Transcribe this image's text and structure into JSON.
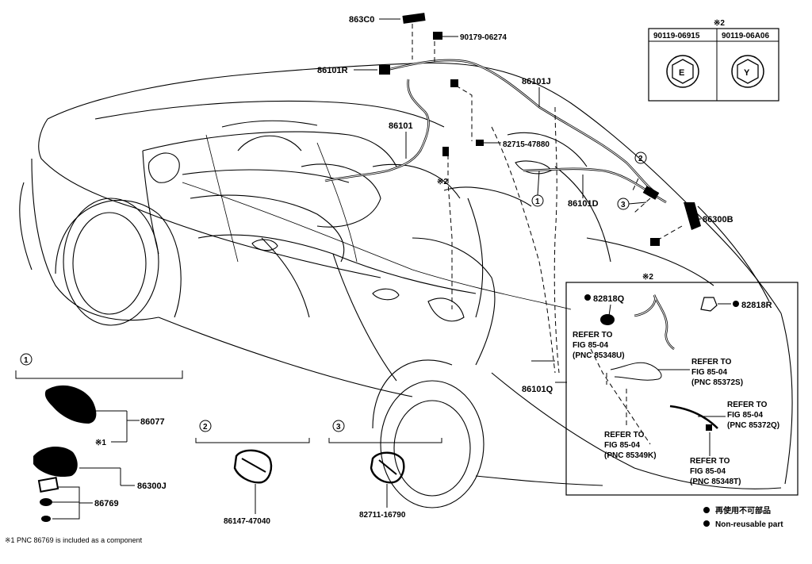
{
  "labels": {
    "p863c0": "863C0",
    "p90179": "90179-06274",
    "p86101r": "86101R",
    "p86101j": "86101J",
    "p86101": "86101",
    "p82715": "82715-47880",
    "p86101d": "86101D",
    "p86300b": "86300B",
    "p86101q": "86101Q",
    "p82818q": "82818Q",
    "p82818r": "82818R",
    "p86077": "86077",
    "p86300j": "86300J",
    "p86769": "86769",
    "p86147": "86147-47040",
    "p82711": "82711-16790"
  },
  "marks": {
    "note_mark": "※2",
    "note1_mark": "※1",
    "c1": "1",
    "c2": "2",
    "c3": "3"
  },
  "bolt_table": {
    "note": "※2",
    "col1_part": "90119-06915",
    "col1_symbol": "E",
    "col2_part": "90119-06A06",
    "col2_symbol": "Y"
  },
  "refer": {
    "r1": [
      "REFER TO",
      "FIG 85-04",
      "(PNC 85348U)"
    ],
    "r2": [
      "REFER TO",
      "FIG 85-04",
      "(PNC 85372S)"
    ],
    "r3": [
      "REFER TO",
      "FIG 85-04",
      "(PNC 85372Q)"
    ],
    "r4": [
      "REFER TO",
      "FIG 85-04",
      "(PNC 85349K)"
    ],
    "r5": [
      "REFER TO",
      "FIG 85-04",
      "(PNC 85348T)"
    ]
  },
  "legend": {
    "jp": "再使用不可部品",
    "en": "Non-reusable part"
  },
  "footnote": "※1 PNC 86769 is included as a component"
}
